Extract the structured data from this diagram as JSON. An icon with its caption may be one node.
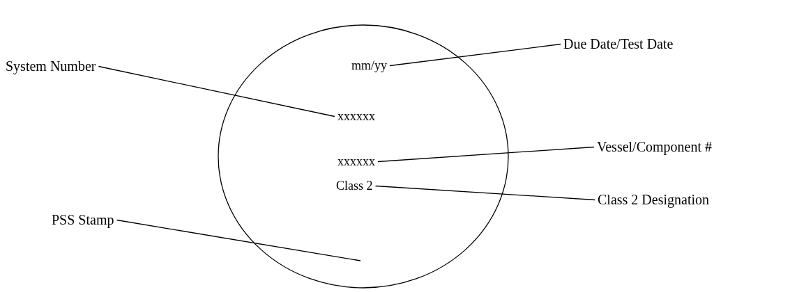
{
  "diagram": {
    "nodes": [
      {
        "text": [],
        "shape": "circle"
      },
      {
        "text": [
          "mm/yy"
        ],
        "in": 0
      },
      {
        "text": [
          "xxxxxx"
        ],
        "in": 0
      },
      {
        "text": [
          "xxxxxx"
        ],
        "in": 0
      },
      {
        "text": [
          "Class 2"
        ],
        "in": 0
      },
      {
        "text": [
          "Due Date/Test Date"
        ]
      },
      {
        "text": [
          "System Number"
        ]
      },
      {
        "text": [
          "Vessel/Component #"
        ]
      },
      {
        "text": [
          "PSS Stamp"
        ]
      },
      {
        "text": [
          "Class 2 Designation"
        ]
      }
    ],
    "edges": [
      {
        "from": 5,
        "to": 1,
        "arrow": "none"
      },
      {
        "from": 6,
        "to": 2,
        "arrow": "none"
      },
      {
        "from": 7,
        "to": 3,
        "arrow": "none"
      },
      {
        "from": 9,
        "to": 4,
        "arrow": "none"
      },
      {
        "from": 8,
        "to": null,
        "arrow": "none"
      }
    ]
  }
}
